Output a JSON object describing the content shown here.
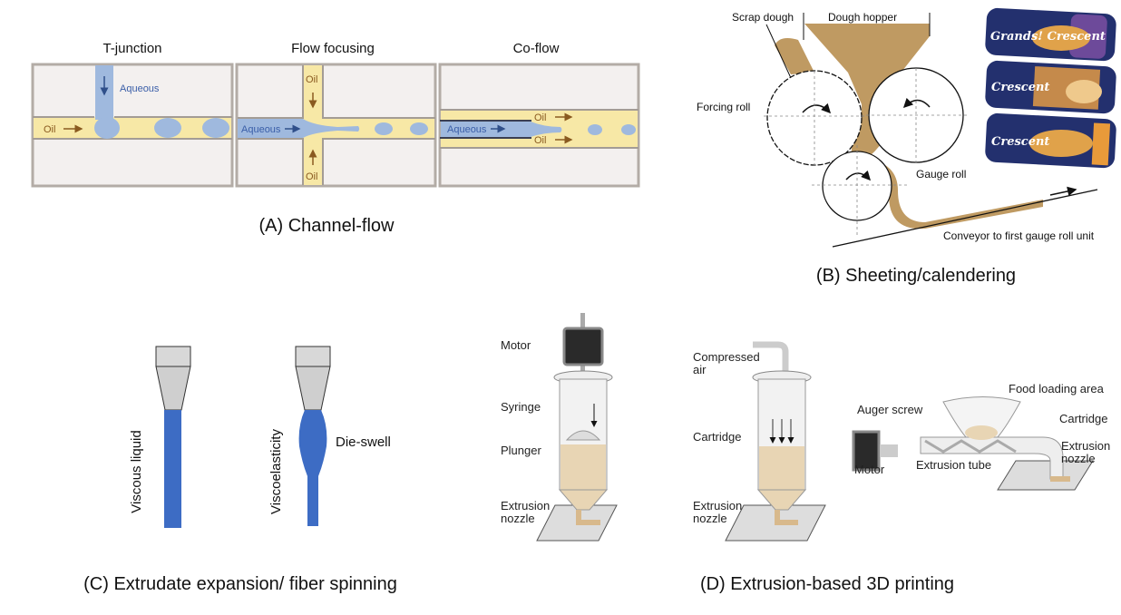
{
  "panel_a": {
    "caption": "(A)  Channel-flow",
    "titles": [
      "T-junction",
      "Flow focusing",
      "Co-flow"
    ],
    "t_junction": {
      "aqueous": "Aqueous",
      "oil": "Oil"
    },
    "flow_focusing": {
      "aqueous": "Aqueous",
      "oil_top": "Oil",
      "oil_bottom": "Oil"
    },
    "co_flow": {
      "aqueous": "Aqueous",
      "oil_top": "Oil",
      "oil_bottom": "Oil"
    },
    "colors": {
      "oil": "#f7e8a6",
      "aqueous": "#9fb9de",
      "wall": "#b3aca6",
      "background": "#f3f0ef"
    }
  },
  "panel_b": {
    "caption": "(B) Sheeting/calendering",
    "labels": {
      "scrap_dough": "Scrap dough",
      "dough_hopper": "Dough hopper",
      "forcing_roll": "Forcing roll",
      "gauge_roll": "Gauge roll",
      "conveyor": "Conveyor to first gauge roll unit"
    },
    "product_logos": [
      "Grands! Crescent",
      "Crescent",
      "Crescent"
    ],
    "colors": {
      "dough": "#bf9a62"
    }
  },
  "panel_c": {
    "caption": "(C) Extrudate expansion/ fiber spinning",
    "labels": {
      "viscous": "Viscous liquid",
      "viscoelastic": "Viscoelasticity",
      "die_swell": "Die-swell"
    },
    "colors": {
      "extrudate": "#3d6cc4"
    }
  },
  "panel_d": {
    "caption": "(D) Extrusion-based 3D printing",
    "piston": {
      "motor": "Motor",
      "syringe": "Syringe",
      "plunger": "Plunger",
      "nozzle_1": "Extrusion",
      "nozzle_2": "nozzle"
    },
    "pneumatic": {
      "air_1": "Compressed",
      "air_2": "air",
      "cartridge": "Cartridge",
      "nozzle_1": "Extrusion",
      "nozzle_2": "nozzle"
    },
    "screw": {
      "food": "Food loading area",
      "auger": "Auger screw",
      "cartridge": "Cartridge",
      "nozzle_1": "Extrusion",
      "nozzle_2": "nozzle",
      "motor": "Motor",
      "tube": "Extrusion tube"
    }
  }
}
